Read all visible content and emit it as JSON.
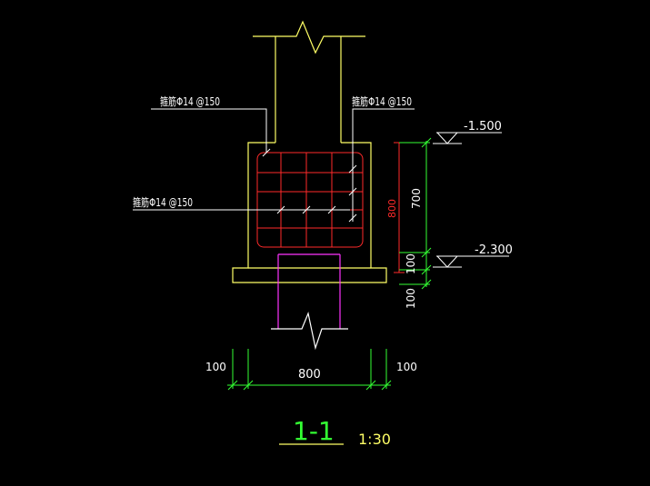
{
  "annotations": {
    "rebar_top_left": "箍筋Φ14 @150",
    "rebar_top_right": "箍筋Φ14 @150",
    "rebar_middle": "箍筋Φ14 @150"
  },
  "elevations": {
    "upper": "-1.500",
    "lower": "-2.300"
  },
  "dimensions": {
    "red_height": "800",
    "right_700": "700",
    "right_100_a": "100",
    "right_100_b": "100",
    "bottom_left": "100",
    "bottom_mid": "800",
    "bottom_right": "100"
  },
  "section": {
    "title": "1-1",
    "scale": "1:30"
  },
  "colors": {
    "background": "#000000",
    "outline": "#ffff66",
    "rebar": "#ff2a2a",
    "column": "#ff33ff",
    "dimension": "#33ff33",
    "leader": "#ffffff"
  }
}
